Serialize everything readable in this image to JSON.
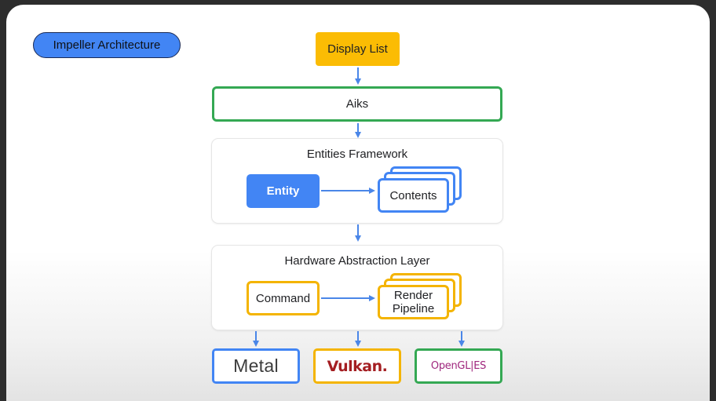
{
  "title": "Impeller Architecture",
  "nodes": {
    "display_list": "Display List",
    "aiks": "Aiks",
    "entities_framework": {
      "title": "Entities Framework",
      "entity": "Entity",
      "contents": "Contents"
    },
    "hal": {
      "title": "Hardware Abstraction Layer",
      "command": "Command",
      "render_pipeline": "Render\nPipeline"
    }
  },
  "backends": {
    "metal": "Metal",
    "vulkan": "Vulkan.",
    "opengl_es": "OpenGL|ES"
  },
  "colors": {
    "blue": "#4285f4",
    "yellow": "#fbbc04",
    "green": "#34a853",
    "arrow": "#4a86e8"
  }
}
